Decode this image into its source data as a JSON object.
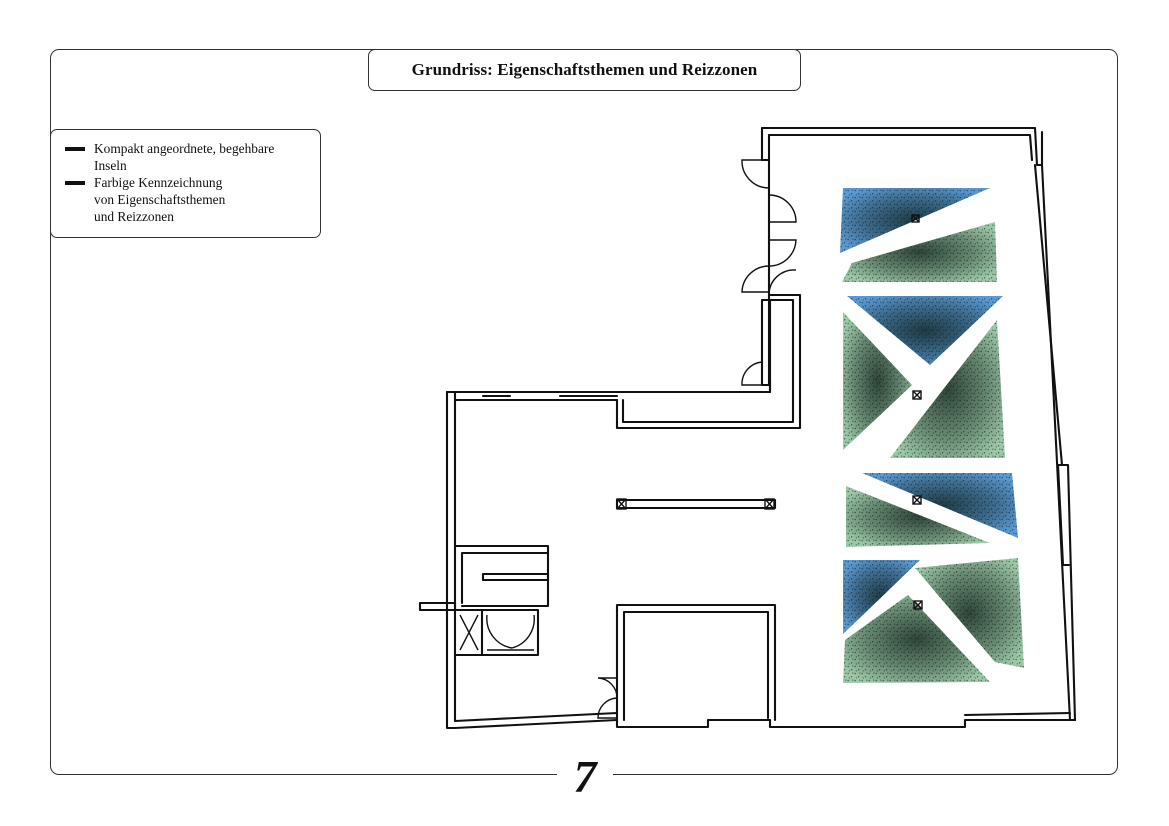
{
  "title": "Grundriss: Eigenschaftsthemen und Reizzonen",
  "legend": {
    "items": [
      {
        "text": "Kompakt angeordnete, begehbare\nInseln"
      },
      {
        "text": "Farbige Kennzeichnung\nvon Eigenschaftsthemen\nund Reizzonen"
      }
    ]
  },
  "page_number": "7",
  "colors": {
    "zone_blue": "#5b9bd5",
    "zone_green": "#9cc9a8",
    "stipple": "#111111",
    "wall": "#111111"
  },
  "zones": [
    {
      "id": "z1",
      "color": "zone_blue"
    },
    {
      "id": "z2",
      "color": "zone_green"
    },
    {
      "id": "z3",
      "color": "zone_blue"
    },
    {
      "id": "z4",
      "color": "zone_green"
    },
    {
      "id": "z5",
      "color": "zone_green"
    },
    {
      "id": "z6",
      "color": "zone_blue"
    },
    {
      "id": "z7",
      "color": "zone_green"
    },
    {
      "id": "z8",
      "color": "zone_blue"
    },
    {
      "id": "z9",
      "color": "zone_green"
    },
    {
      "id": "z10",
      "color": "zone_green"
    }
  ]
}
